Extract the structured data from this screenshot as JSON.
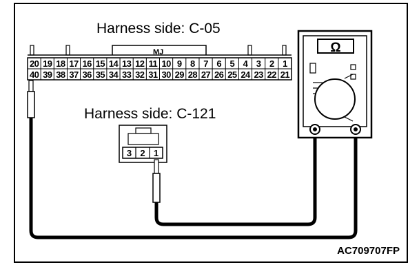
{
  "header": {
    "harness_c05": "Harness side: C-05",
    "harness_c121": "Harness side: C-121"
  },
  "connector_c05": {
    "key_label": "MJ",
    "top_pins": [
      "20",
      "19",
      "18",
      "17",
      "16",
      "15",
      "14",
      "13",
      "12",
      "11",
      "10",
      "9",
      "8",
      "7",
      "6",
      "5",
      "4",
      "3",
      "2",
      "1"
    ],
    "bottom_pins": [
      "40",
      "39",
      "38",
      "37",
      "36",
      "35",
      "34",
      "33",
      "32",
      "31",
      "30",
      "29",
      "28",
      "27",
      "26",
      "25",
      "24",
      "23",
      "22",
      "21"
    ]
  },
  "connector_c121": {
    "pins": [
      "3",
      "2",
      "1"
    ]
  },
  "meter": {
    "symbol": "Ω"
  },
  "footer": {
    "code": "AC709707FP"
  }
}
